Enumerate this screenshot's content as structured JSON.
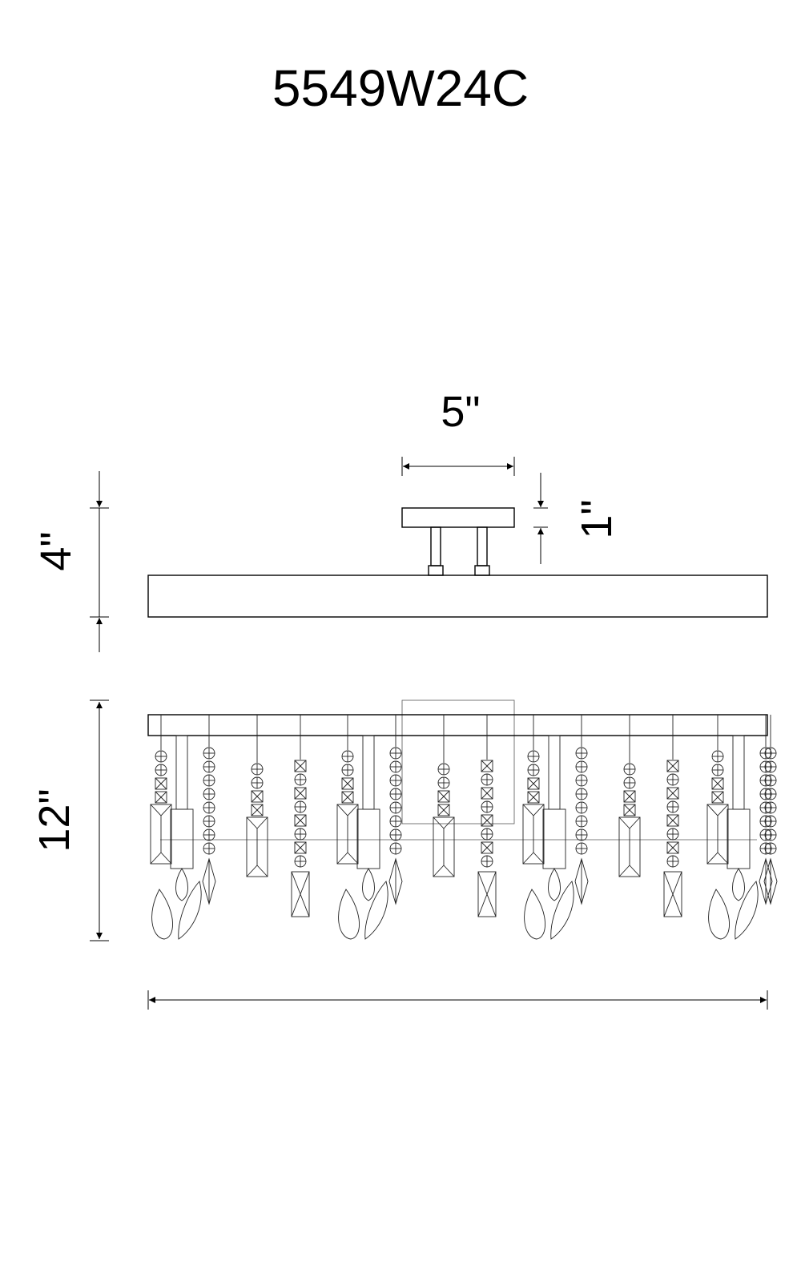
{
  "title": "5549W24C",
  "dimensions": {
    "canopy_width": "5\"",
    "canopy_height": "1\"",
    "side_view_height": "4\"",
    "front_view_height": "12\""
  },
  "colors": {
    "line": "#000000",
    "background": "#ffffff"
  }
}
